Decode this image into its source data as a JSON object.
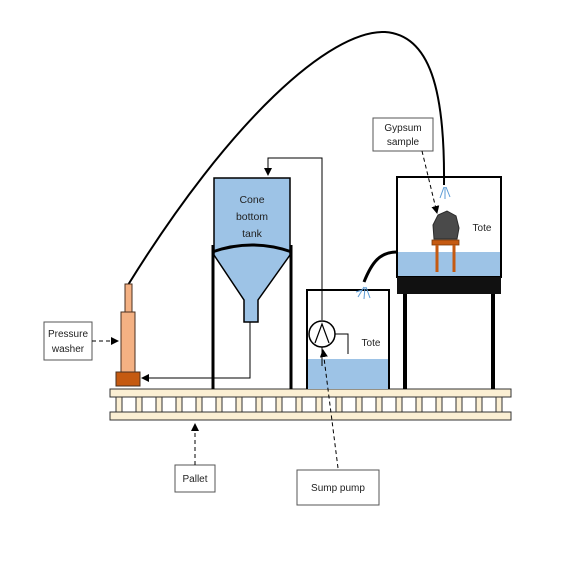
{
  "labels": {
    "pressure_washer": [
      "Pressure",
      "washer"
    ],
    "cone_tank": [
      "Cone",
      "bottom",
      "tank"
    ],
    "gypsum": [
      "Gypsum",
      "sample"
    ],
    "tote_upper": "Tote",
    "tote_lower": "Tote",
    "pallet": "Pallet",
    "sump_pump": "Sump pump"
  },
  "colors": {
    "water": "#9DC3E6",
    "pallet_fill": "#FBEFD3",
    "washer_fill": "#F4B183",
    "washer_outline": "#4a3020",
    "stool": "#C55A11",
    "rock": "#4a4a4a",
    "line": "#000000"
  },
  "icons": {
    "sump_pump": "pump-symbol",
    "spray": "water-spray",
    "gypsum": "rock"
  }
}
